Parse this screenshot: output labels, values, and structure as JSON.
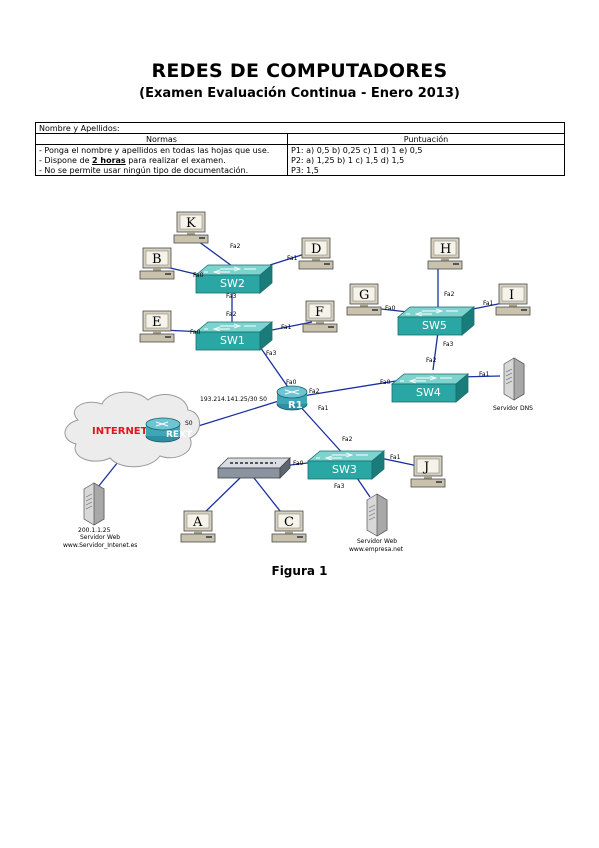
{
  "title": "REDES DE COMPUTADORES",
  "subtitle": "(Examen Evaluación Continua - Enero 2013)",
  "table": {
    "name_label": "Nombre y Apellidos:",
    "col_normas": "Normas",
    "col_puntuacion": "Puntuación",
    "rows": [
      {
        "norma": "- Ponga el nombre y apellidos en todas las hojas que use.",
        "puntos": "P1: a) 0,5  b) 0,25  c) 1  d) 1  e) 0,5"
      },
      {
        "norma_pre": "- Dispone de ",
        "norma_u": "2 horas",
        "norma_post": " para realizar el examen.",
        "puntos": "P2: a) 1,25  b) 1  c) 1,5  d) 1,5"
      },
      {
        "norma": "- No se permite usar ningún tipo de documentación.",
        "puntos": "P3: 1,5"
      }
    ]
  },
  "diagram": {
    "pcs": [
      "K",
      "D",
      "B",
      "E",
      "F",
      "G",
      "H",
      "I",
      "J",
      "A",
      "C"
    ],
    "switches": [
      "SW2",
      "SW1",
      "SW5",
      "SW4",
      "SW3"
    ],
    "router": "R1",
    "rext": "REXT",
    "internet": "INTERNET",
    "ip_r1": "193.214.141.25/30 S0",
    "iface": {
      "k_sw2": "Fa2",
      "d_sw2": "Fa1",
      "b_sw2": "Fa0",
      "sw2_sw1_top": "Fa3",
      "sw1_top": "Fa2",
      "e_sw1": "Fa0",
      "f_sw1": "Fa1",
      "sw1_r1": "Fa3",
      "r1_fa0": "Fa0",
      "r1_fa2": "Fa2",
      "r1_fa1": "Fa1",
      "g_sw5": "Fa0",
      "h_sw5": "Fa2",
      "i_sw5": "Fa1",
      "sw5_sw4": "Fa3",
      "sw4_top": "Fa2",
      "sw4_r1": "Fa0",
      "sw4_dns": "Fa1",
      "sw3_top": "Fa2",
      "hub_sw3": "Fa0",
      "j_sw3": "Fa1",
      "sw3_web": "Fa3",
      "rext_s0": "S0"
    },
    "dns_label": "Servidor DNS",
    "web_ext": {
      "ip": "200.1.1.25",
      "label": "Servidor Web",
      "url": "www.Servidor_Intenet.es"
    },
    "web_int": {
      "label": "Servidor Web",
      "url": "www.empresa.net"
    },
    "colors": {
      "switch": "#2aa7a5",
      "switch_dark": "#1a7c7a",
      "pc": "#d6d0bf",
      "cable": "#1a2fa0",
      "cloud": "#eeeeee",
      "internet_text": "#e3141b"
    }
  },
  "caption": "Figura 1"
}
